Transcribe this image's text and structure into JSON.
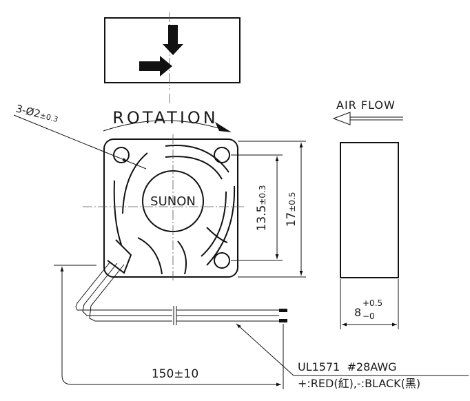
{
  "diagram": {
    "brand": "SUNON",
    "rotation_label": "ROTATION",
    "airflow_label": "AIR FLOW",
    "holes": {
      "prefix": "3-Ø2",
      "tol": "±0.3"
    },
    "dims": {
      "hole_pitch": {
        "value": "13.5",
        "tol": "±0.3"
      },
      "frame_size": {
        "value": "17",
        "tol": "±0.5"
      },
      "thickness": {
        "value": "8",
        "tol_upper": "+0.5",
        "tol_lower": "−0"
      },
      "lead_length": "150±10"
    },
    "wire": {
      "spec": "UL1571  #28AWG",
      "polarity": "+:RED(紅),-:BLACK(黑)"
    }
  }
}
